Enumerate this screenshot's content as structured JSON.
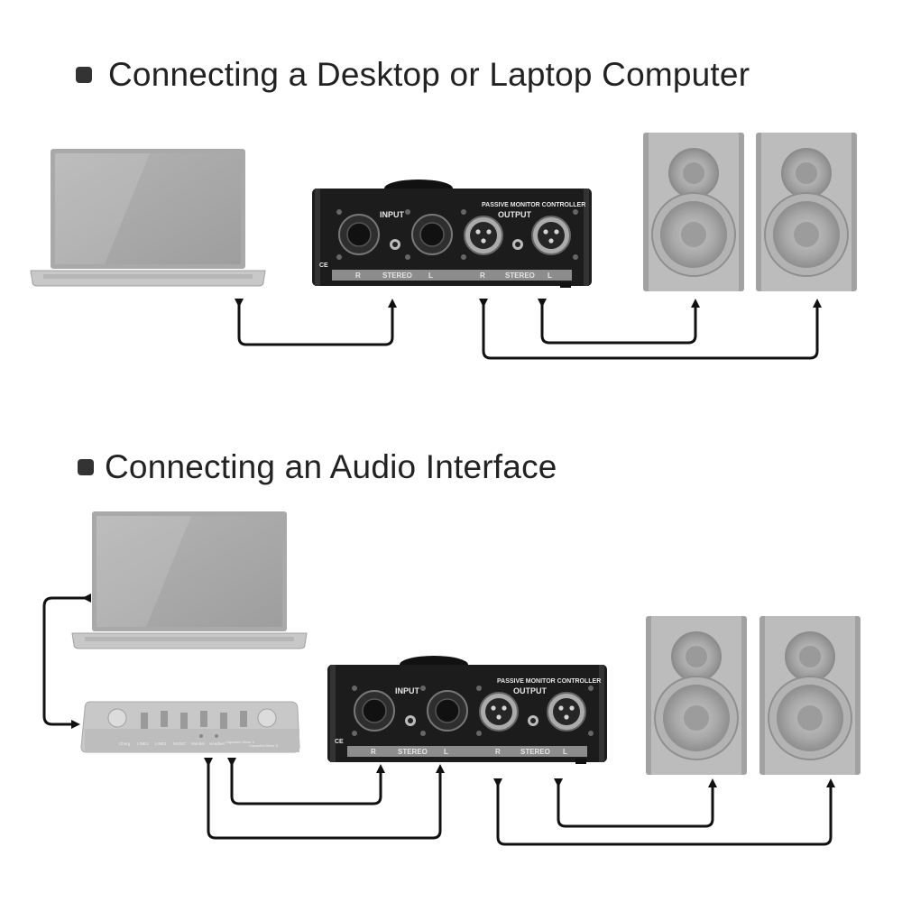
{
  "sections": [
    {
      "heading": "Connecting a Desktop or Laptop Computer",
      "controller": {
        "title": "PASSIVE MONITOR CONTROLLER",
        "input_label": "INPUT",
        "output_label": "OUTPUT",
        "bottom_labels": [
          "R",
          "STEREO",
          "L",
          "R",
          "STEREO",
          "L"
        ],
        "side_mark": "CE"
      }
    },
    {
      "heading": "Connecting an Audio Interface",
      "controller": {
        "title": "PASSIVE MONITOR CONTROLLER",
        "input_label": "INPUT",
        "output_label": "OUTPUT",
        "bottom_labels": [
          "R",
          "STEREO",
          "L",
          "R",
          "STEREO",
          "L"
        ],
        "side_mark": "CE"
      },
      "audio_interface": {
        "labels": [
          "Chorg",
          "LINE1",
          "LINE2",
          "MUSIC",
          "Monitor",
          "Headset",
          "Capacitor Mirror 1",
          "Capacitor Mirror 2"
        ]
      }
    }
  ],
  "colors": {
    "arrow": "#111111",
    "device_gray": "#bdbdbd",
    "controller_body": "#1c1c1c"
  }
}
